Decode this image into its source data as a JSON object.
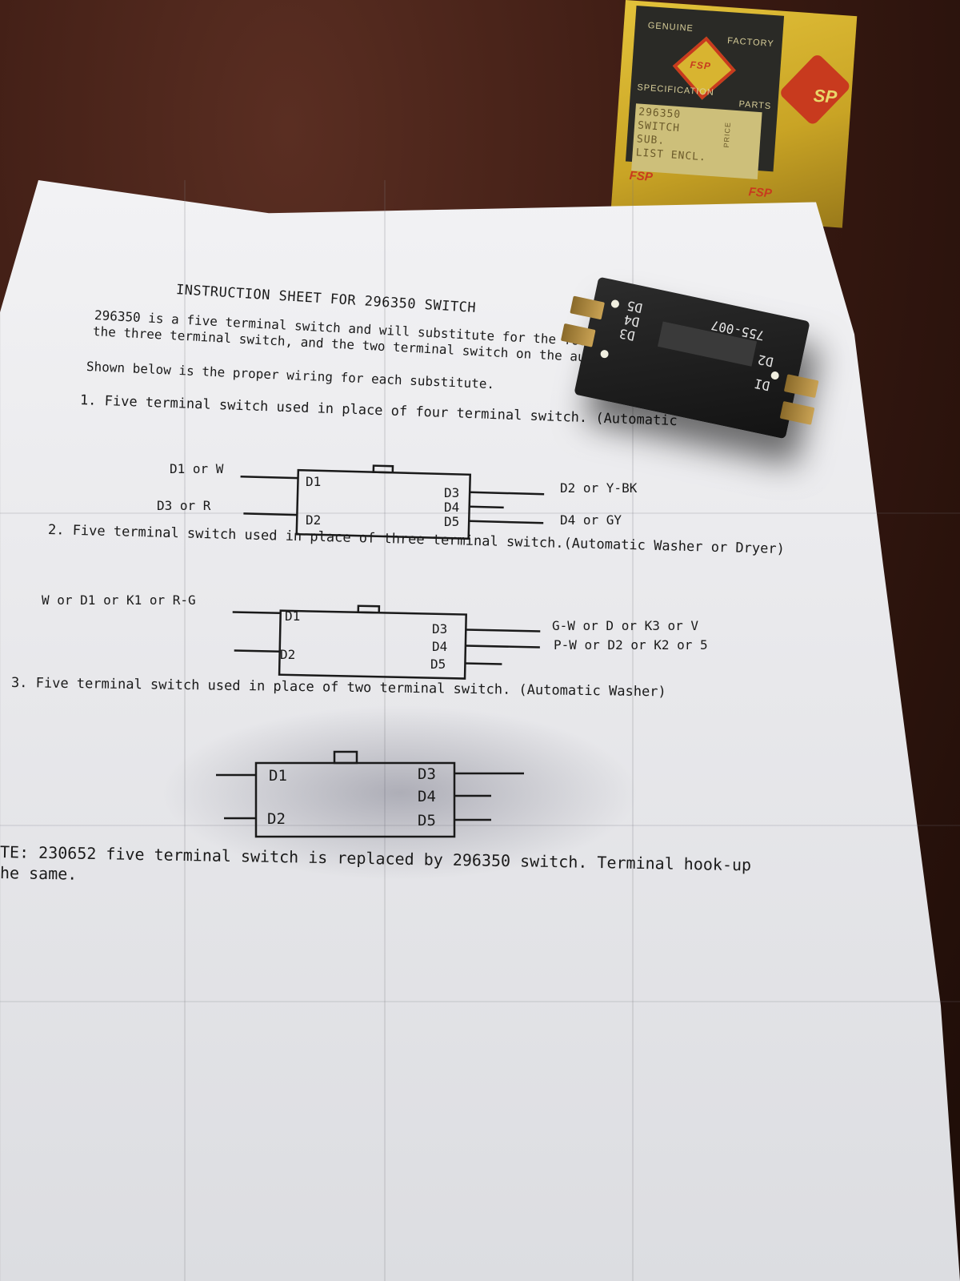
{
  "box": {
    "genuine": "GENUINE",
    "factory": "FACTORY",
    "logo": "FSP",
    "specification": "SPECIFICATION",
    "parts": "PARTS",
    "field_lines": [
      "296350",
      "SWITCH",
      "SUB.",
      "LIST ENCL."
    ],
    "price": "PRICE",
    "side_logo": "SP"
  },
  "sheet": {
    "title": "INSTRUCTION SHEET FOR 296350 SWITCH",
    "intro_line1": "296350 is a five terminal switch and will substitute for the fou",
    "intro_line2": "the three terminal switch, and the two terminal switch on the au",
    "shown_below": "Shown below is the proper wiring for each substitute.",
    "items": [
      "1.  Five terminal switch used in place of four terminal switch. (Automatic",
      "2.  Five terminal switch used in place of three terminal switch.(Automatic Washer or Dryer)",
      "3.  Five terminal switch used in place of two terminal switch.   (Automatic Washer)"
    ],
    "diagram1": {
      "left_top": "D1 or W",
      "left_bottom": "D3 or R",
      "right_top": "D2 or Y-BK",
      "right_bottom": "D4 or GY"
    },
    "diagram2": {
      "left_top": "W or D1 or K1 or R-G",
      "right_top": "G-W or D or K3 or V",
      "right_bottom": "P-W or D2 or K2 or 5"
    },
    "terminals": {
      "d1": "D1",
      "d2": "D2",
      "d3": "D3",
      "d4": "D4",
      "d5": "D5"
    },
    "note_line1": "TE: 230652 five terminal switch is replaced by 296350 switch.  Terminal hook-up",
    "note_line2": "he same."
  },
  "component": {
    "part_number": "755-007",
    "labels": [
      "D5",
      "D4",
      "D3",
      "D2",
      "DI"
    ]
  },
  "colors": {
    "wood": "#3a1a12",
    "paper": "#ececef",
    "box_yellow": "#d9b52e",
    "fsp_red": "#c83a1e"
  }
}
